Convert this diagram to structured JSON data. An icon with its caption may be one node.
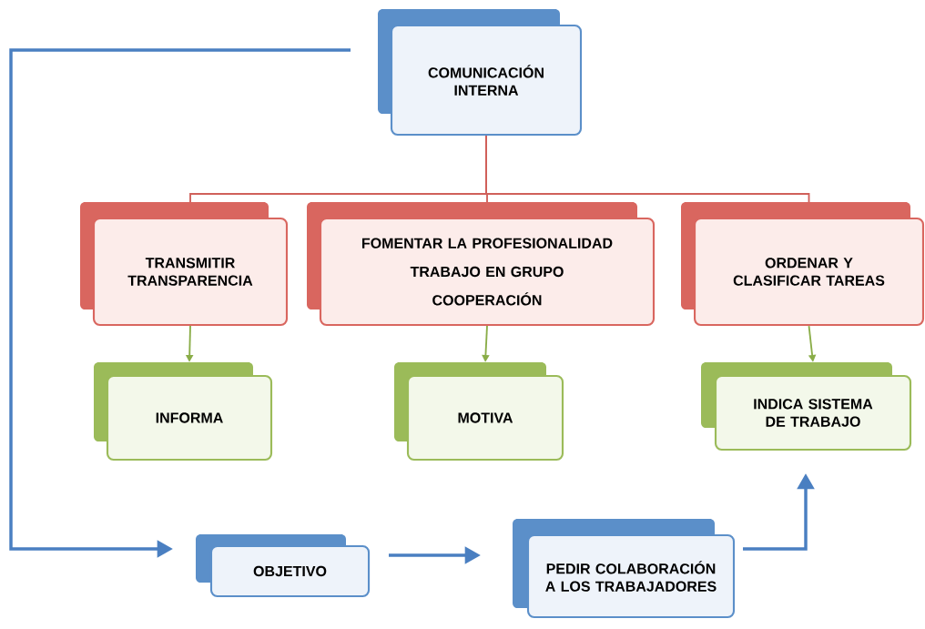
{
  "diagram": {
    "nodes": [
      {
        "text": [
          "COMUNICACIÓN INTERNA"
        ]
      },
      {
        "text": [
          "TRANSMITIR TRANSPARENCIA"
        ]
      },
      {
        "text": [
          "FOMENTAR LA PROFESIONALIDAD",
          "TRABAJO EN GRUPO",
          "COOPERACIÓN"
        ]
      },
      {
        "text": [
          "ORDENAR Y CLASIFICAR TAREAS"
        ]
      },
      {
        "text": [
          "INFORMA"
        ]
      },
      {
        "text": [
          "MOTIVA"
        ]
      },
      {
        "text": [
          "INDICA SISTEMA DE TRABAJO"
        ]
      },
      {
        "text": [
          "OBJETIVO"
        ]
      },
      {
        "text": [
          "PEDIR COLABORACIÓN A LOS TRABAJADORES"
        ]
      }
    ],
    "edges": [
      {
        "from": 0,
        "to": 1,
        "arrow": "none",
        "color": "#d0605a"
      },
      {
        "from": 0,
        "to": 2,
        "arrow": "none",
        "color": "#d0605a"
      },
      {
        "from": 0,
        "to": 3,
        "arrow": "none",
        "color": "#d0605a"
      },
      {
        "from": 1,
        "to": 4,
        "arrow": "to",
        "color": "#8aad48"
      },
      {
        "from": 2,
        "to": 5,
        "arrow": "to",
        "color": "#8aad48"
      },
      {
        "from": 3,
        "to": 6,
        "arrow": "to",
        "color": "#8aad48"
      },
      {
        "from": 0,
        "to": 7,
        "arrow": "to",
        "style": "thick",
        "color": "#4a7fc1"
      },
      {
        "from": 7,
        "to": 8,
        "arrow": "to",
        "style": "thick",
        "color": "#4a7fc1"
      },
      {
        "from": 8,
        "to": 6,
        "arrow": "to",
        "style": "thick",
        "color": "#4a7fc1"
      }
    ]
  }
}
